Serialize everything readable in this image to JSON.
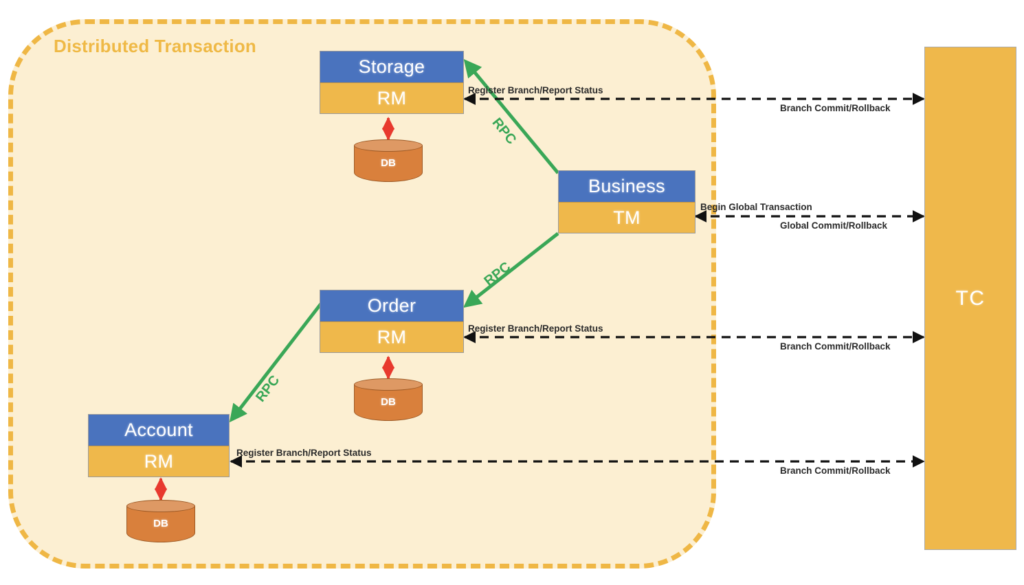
{
  "container": {
    "title": "Distributed Transaction",
    "fill_color": "#FCEFD2",
    "border_color": "#EFB745"
  },
  "colors": {
    "service_header": "#4A73BE",
    "service_role": "#EFB84B",
    "tc": "#EFB84B",
    "db": "#D9803C",
    "rpc_line": "#3AA757",
    "db_link": "#E8392E",
    "flow_line": "#111111",
    "title": "#EFB946"
  },
  "nodes": [
    {
      "name": "Storage",
      "role": "RM",
      "db": "DB"
    },
    {
      "name": "Business",
      "role": "TM",
      "db": null
    },
    {
      "name": "Order",
      "role": "RM",
      "db": "DB"
    },
    {
      "name": "Account",
      "role": "RM",
      "db": "DB"
    }
  ],
  "tc": {
    "label": "TC"
  },
  "rpc": {
    "label": "RPC",
    "count": 3
  },
  "flows": [
    {
      "target": "Storage",
      "up_label": "Register Branch/Report Status",
      "down_label": "Branch Commit/Rollback"
    },
    {
      "target": "Business",
      "up_label": "Begin Global Transaction",
      "down_label": "Global Commit/Rollback"
    },
    {
      "target": "Order",
      "up_label": "Register Branch/Report Status",
      "down_label": "Branch Commit/Rollback"
    },
    {
      "target": "Account",
      "up_label": "Register Branch/Report Status",
      "down_label": "Branch Commit/Rollback"
    }
  ]
}
